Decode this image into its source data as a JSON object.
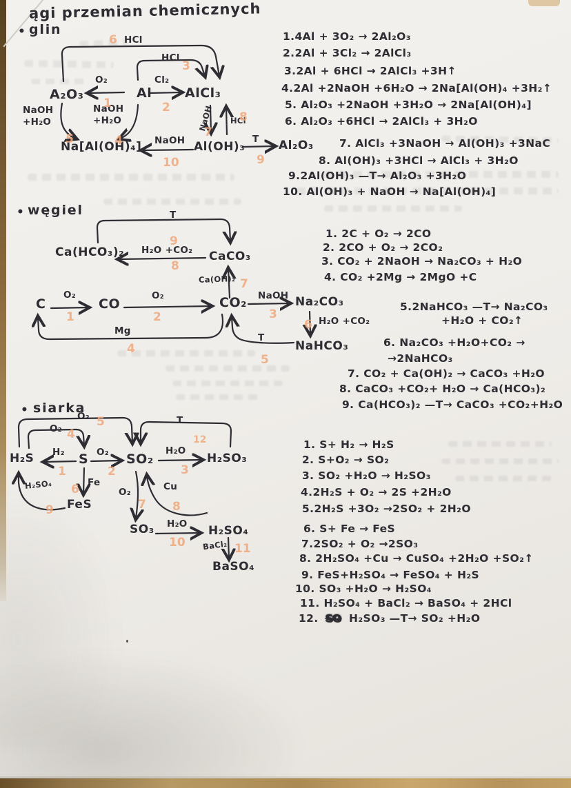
{
  "page": {
    "title": "ągi przemian chemicznych"
  },
  "colors": {
    "ink": "#2e2d33",
    "step_numbers": "#f0a87a",
    "paper": "#f1efea",
    "wood": "#a3824e"
  },
  "glin": {
    "bullet": "•",
    "heading": "glin",
    "diagram": {
      "nodes": {
        "a2o3": "A₂O₃",
        "al": "Al",
        "alcl3": "AlCl₃",
        "naaloh4": "Na[Al(OH)₄]",
        "aloh3": "Al(OH)₃",
        "al2o3": "Al₂O₃"
      },
      "labels": {
        "hcl_outer": "HCl",
        "hcl_inner": "HCl",
        "o2": "O₂",
        "cl2": "Cl₂",
        "naoh_h2o_left": "NaOH\n+H₂O",
        "naoh_h2o_mid": "NaOH\n+H₂O",
        "naoh_down": "NaOH",
        "hcl_up": "HCl",
        "naoh_bottom": "NaOH",
        "t": "T"
      },
      "steps": [
        "1",
        "2",
        "3",
        "4",
        "5",
        "6",
        "7",
        "8",
        "9",
        "10"
      ]
    },
    "equations": [
      "1.4Al + 3O₂ → 2Al₂O₃",
      "2.2Al + 3Cl₂ → 2AlCl₃",
      "3.2Al + 6HCl → 2AlCl₃ +3H↑",
      "4.2Al +2NaOH +6H₂O → 2Na[Al(OH)₄ +3H₂↑",
      "5. Al₂O₃ +2NaOH +3H₂O → 2Na[Al(OH)₄]",
      "6. Al₂O₃ +6HCl → 2AlCl₃ + 3H₂O",
      "7. AlCl₃ +3NaOH → Al(OH)₃ +3NaC",
      "8. Al(OH)₃ +3HCl → AlCl₃ + 3H₂O",
      "9.2Al(OH)₃ —T→ Al₂O₃ +3H₂O",
      "10. Al(OH)₃ + NaOH → Na[Al(OH)₄]"
    ]
  },
  "wegiel": {
    "bullet": "•",
    "heading": "węgiel",
    "diagram": {
      "nodes": {
        "cahco32": "Ca(HCO₃)₂",
        "caco3": "CaCO₃",
        "c": "C",
        "co": "CO",
        "co2": "CO₂",
        "na2co3": "Na₂CO₃",
        "nahco3": "NaHCO₃"
      },
      "labels": {
        "t_top": "T",
        "h2o_co2": "H₂O +CO₂",
        "caoh2": "Ca(OH)₂",
        "o2_1": "O₂",
        "o2_2": "O₂",
        "naoh": "NaOH",
        "mg": "Mg",
        "h2o_co2_down": "H₂O +CO₂",
        "t_return": "T"
      },
      "steps": [
        "1",
        "2",
        "3",
        "4",
        "5",
        "6",
        "7",
        "8",
        "9"
      ]
    },
    "equations": [
      "1. 2C + O₂ →  2CO",
      "2. 2CO + O₂ → 2CO₂",
      "3. CO₂ + 2NaOH → Na₂CO₃ +  H₂O",
      "4. CO₂ +2Mg → 2MgO +C",
      "5.2NaHCO₃ —T→ Na₂CO₃",
      "+H₂O + CO₂↑",
      "6. Na₂CO₃ +H₂O+CO₂ →",
      "→2NaHCO₃",
      "7. CO₂ + Ca(OH)₂ → CaCO₃ +H₂O",
      "8. CaCO₃ +CO₂+ H₂O → Ca(HCO₃)₂",
      "9. Ca(HCO₃)₂ —T→ CaCO₃ +CO₂+H₂O"
    ]
  },
  "siarka": {
    "bullet": "•",
    "heading": "siarka",
    "diagram": {
      "nodes": {
        "h2s": "H₂S",
        "s": "S",
        "so2": "SO₂",
        "h2so3": "H₂SO₃",
        "fes": "FeS",
        "so3": "SO₃",
        "h2so4": "H₂SO₄",
        "baso4": "BaSO₄"
      },
      "labels": {
        "o2_outer": "O₂",
        "o2_inner": "O₂",
        "t_arc": "T",
        "h2": "H₂",
        "o2_mid": "O₂",
        "h2o": "H₂O",
        "fe": "Fe",
        "h2so4_return": "H₂SO₄",
        "o2_down": "O₂",
        "cu": "Cu",
        "h2o_2": "H₂O",
        "bacl2": "BaCl₂"
      },
      "steps": [
        "1",
        "2",
        "3",
        "4",
        "5",
        "6",
        "7",
        "8",
        "9",
        "10",
        "11",
        "12"
      ]
    },
    "equations": [
      "1. S+ H₂ → H₂S",
      "2. S+O₂ → SO₂",
      "3. SO₂ +H₂O → H₂SO₃",
      "4.2H₂S + O₂ → 2S +2H₂O",
      "5.2H₂S +3O₂ →2SO₂ + 2H₂O",
      "6. S+ Fe → FeS",
      "7.2SO₂ + O₂ →2SO₃",
      "8. 2H₂SO₄ +Cu → CuSO₄ +2H₂O +SO₂↑",
      "9. FeS+H₂SO₄ → FeSO₄ + H₂S",
      "10. SO₃ +H₂O → H₂SO₄",
      "11. H₂SO₄ + BaCl₂ → BaSO₄ + 2HCl"
    ],
    "eq12": {
      "no": "12.",
      "scribble": "SO",
      "rest": "H₂SO₃ —T→ SO₂ +H₂O"
    }
  }
}
